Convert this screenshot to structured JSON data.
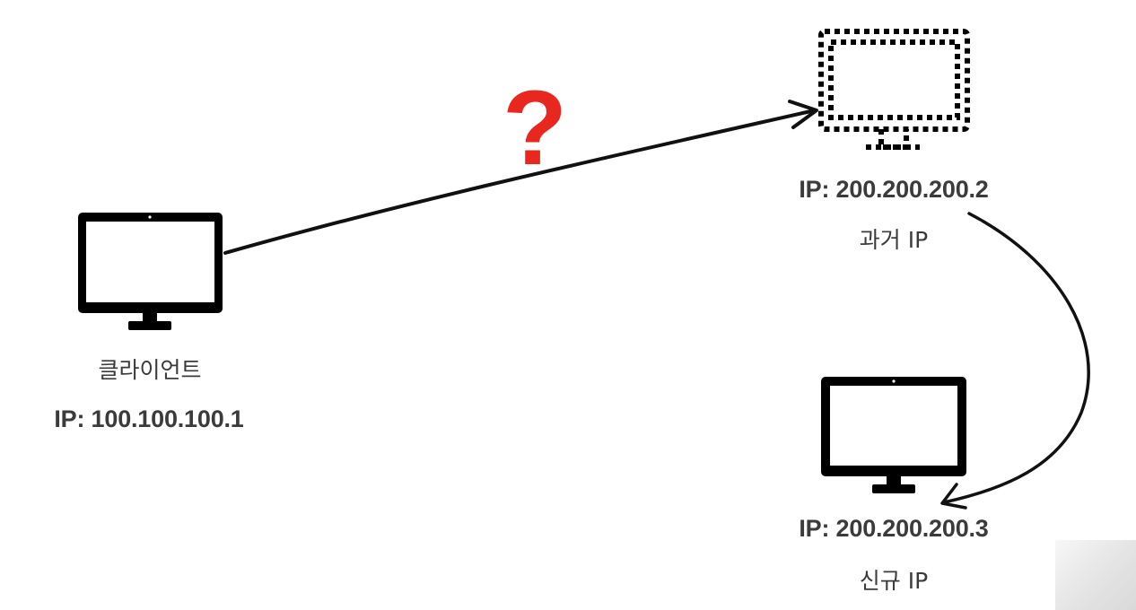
{
  "client": {
    "name": "클라이언트",
    "ip": "IP: 100.100.100.1"
  },
  "old_server": {
    "ip": "IP: 200.200.200.2",
    "name": "과거 IP"
  },
  "new_server": {
    "ip": "IP: 200.200.200.3",
    "name": "신규 IP"
  },
  "request_marker": {
    "symbol": "?",
    "color": "#e8281e"
  },
  "icons": {
    "client": "monitor-icon",
    "old_server": "monitor-dotted-icon",
    "new_server": "monitor-icon"
  }
}
